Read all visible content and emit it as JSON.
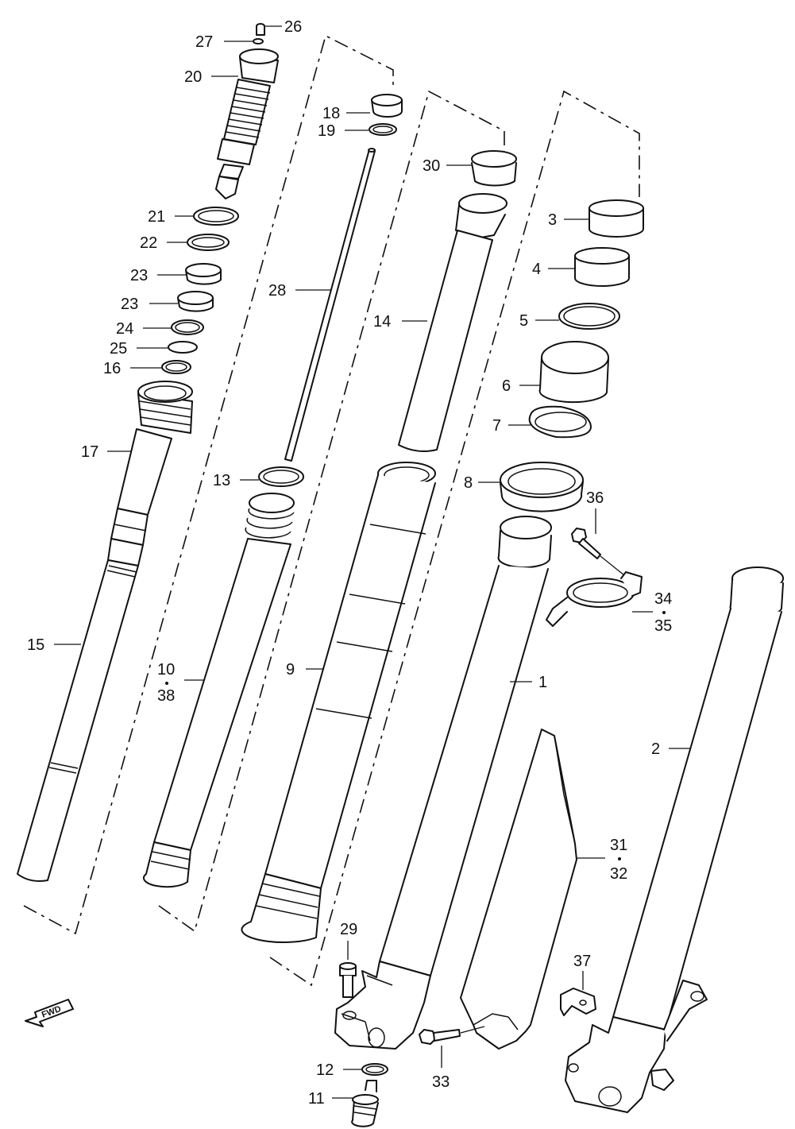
{
  "colors": {
    "line": "#111111",
    "background": "#ffffff"
  },
  "labels": {
    "p1": "1",
    "p2": "2",
    "p3": "3",
    "p4": "4",
    "p5": "5",
    "p6": "6",
    "p7": "7",
    "p8": "8",
    "p9": "9",
    "p10": "10",
    "p38": "38",
    "p11": "11",
    "p12": "12",
    "p13": "13",
    "p14": "14",
    "p15": "15",
    "p16": "16",
    "p17": "17",
    "p18": "18",
    "p19": "19",
    "p20": "20",
    "p21": "21",
    "p22": "22",
    "p23a": "23",
    "p23b": "23",
    "p24": "24",
    "p25": "25",
    "p26": "26",
    "p27": "27",
    "p28": "28",
    "p29": "29",
    "p30": "30",
    "p31": "31",
    "p32": "32",
    "p33": "33",
    "p34": "34",
    "p35": "35",
    "p36": "36",
    "p37": "37"
  },
  "fwd": {
    "text": "FWD",
    "icon": "fwd-arrow-icon"
  }
}
